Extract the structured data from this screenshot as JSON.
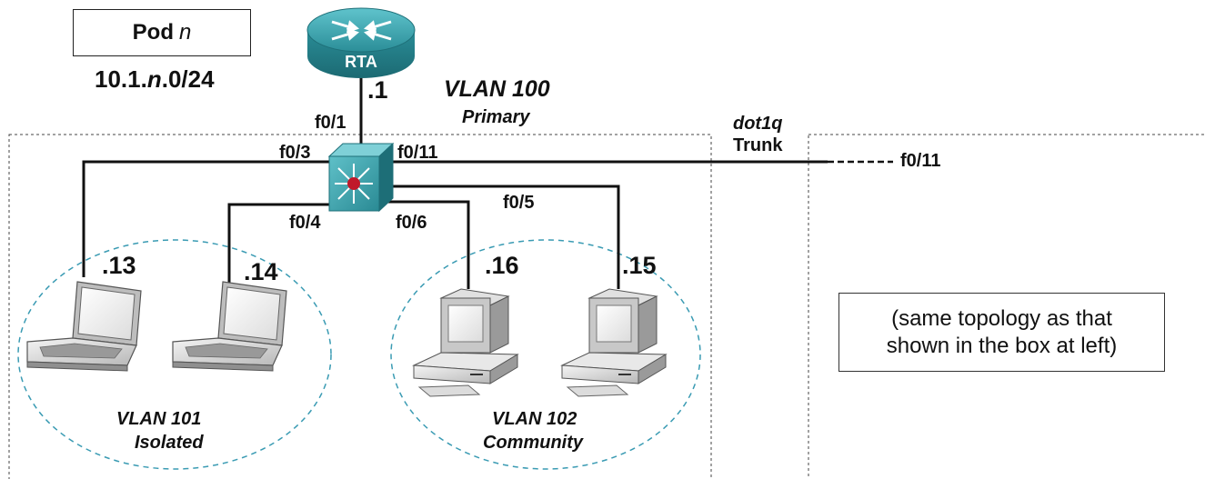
{
  "pod": {
    "label": "Pod",
    "variable": "n"
  },
  "subnet": {
    "prefix": "10.1.",
    "variable": "n",
    "suffix": ".0/24"
  },
  "router": {
    "name": "RTA",
    "ip": ".1",
    "port": "f0/1"
  },
  "vlan100": {
    "name": "VLAN 100",
    "role": "Primary"
  },
  "trunk": {
    "protocol": "dot1q",
    "type": "Trunk",
    "remote_port": "f0/11"
  },
  "switch_ports": {
    "p3": "f0/3",
    "p11": "f0/11",
    "p4": "f0/4",
    "p6": "f0/6",
    "p5": "f0/5"
  },
  "hosts": {
    "h13": ".13",
    "h14": ".14",
    "h16": ".16",
    "h15": ".15"
  },
  "vlan101": {
    "name": "VLAN 101",
    "role": "Isolated"
  },
  "vlan102": {
    "name": "VLAN 102",
    "role": "Community"
  },
  "note": {
    "line1": "(same topology as that",
    "line2": "shown in the box at left)"
  },
  "colors": {
    "router": "#2a8a94",
    "switch": "#2d8d96",
    "cable": "#111111",
    "vlan_ellipse": "#3a9bb3"
  }
}
